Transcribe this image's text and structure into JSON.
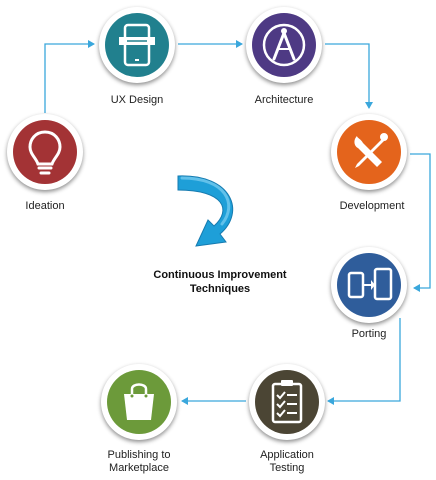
{
  "center_label": "Continuous Improvement\nTechniques",
  "colors": {
    "connector": "#3aa7dc",
    "cycle_arrow": "#1e9fd8",
    "ideation": "#a33335",
    "ux_design": "#21808e",
    "architecture": "#4e3a84",
    "development": "#e4641c",
    "porting": "#2f5d9b",
    "testing": "#4b4534",
    "publishing": "#6c9a3a"
  },
  "nodes": {
    "ideation": {
      "label": "Ideation",
      "icon": "lightbulb-icon"
    },
    "ux_design": {
      "label": "UX Design",
      "icon": "mobile-ux-icon"
    },
    "architecture": {
      "label": "Architecture",
      "icon": "compass-icon"
    },
    "development": {
      "label": "Development",
      "icon": "tools-icon"
    },
    "porting": {
      "label": "Porting",
      "icon": "device-transfer-icon"
    },
    "testing": {
      "label": "Application\nTesting",
      "icon": "checklist-icon"
    },
    "publishing": {
      "label": "Publishing to\nMarketplace",
      "icon": "shopping-bag-icon"
    }
  }
}
